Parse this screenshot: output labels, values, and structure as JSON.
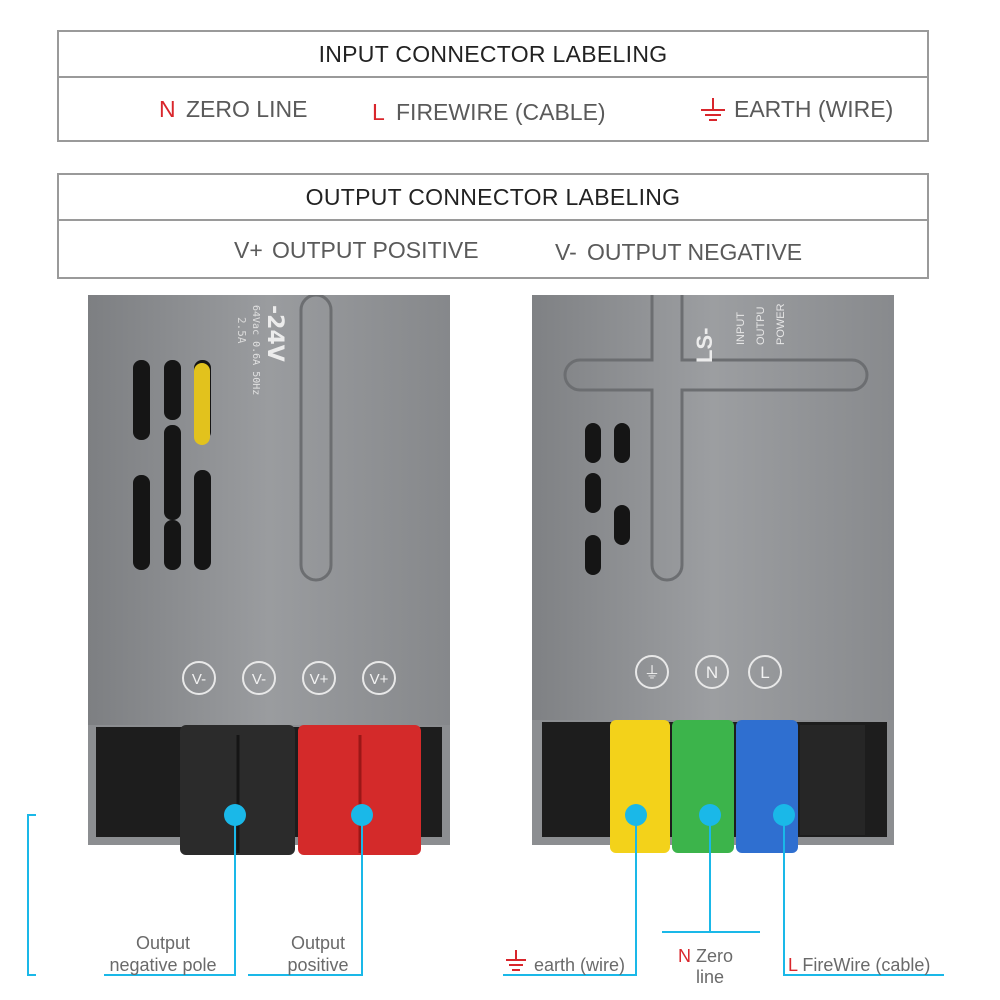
{
  "input_box": {
    "title": "INPUT CONNECTOR LABELING",
    "n_letter": "N",
    "n_text": "ZERO LINE",
    "l_letter": "L",
    "l_text": "FIREWIRE (CABLE)",
    "earth_text": "EARTH (WIRE)"
  },
  "output_box": {
    "title": "OUTPUT CONNECTOR LABELING",
    "vplus_sym": "V+",
    "vplus_text": "OUTPUT POSITIVE",
    "vminus_sym": "V-",
    "vminus_text": "OUTPUT NEGATIVE"
  },
  "left_unit": {
    "ports": [
      "V-",
      "V-",
      "V+",
      "V+"
    ],
    "model": "-24V",
    "spec1": "64Vac  0.6A  50Hz",
    "spec2": "2.5A"
  },
  "right_unit": {
    "ports": [
      "⏚",
      "N",
      "L"
    ],
    "model": "LS-",
    "spec_lines": [
      "INPUT",
      "OUTPU",
      "POWER"
    ]
  },
  "captions": {
    "neg_line1": "Output",
    "neg_line2": "negative pole",
    "pos_line1": "Output",
    "pos_line2": "positive",
    "earth": "earth (wire)",
    "zero_letter": "N",
    "zero_line1": "Zero",
    "zero_line2": "line",
    "fire_letter": "L",
    "fire_text": "FireWire (cable)"
  },
  "colors": {
    "accent": "#1ab8e8",
    "red_text": "#d9262c",
    "yellow": "#f3d21a",
    "green": "#3cb44b",
    "blue": "#2f6fd0",
    "red_plug": "#d62828",
    "black_plug": "#2a2a2a"
  }
}
